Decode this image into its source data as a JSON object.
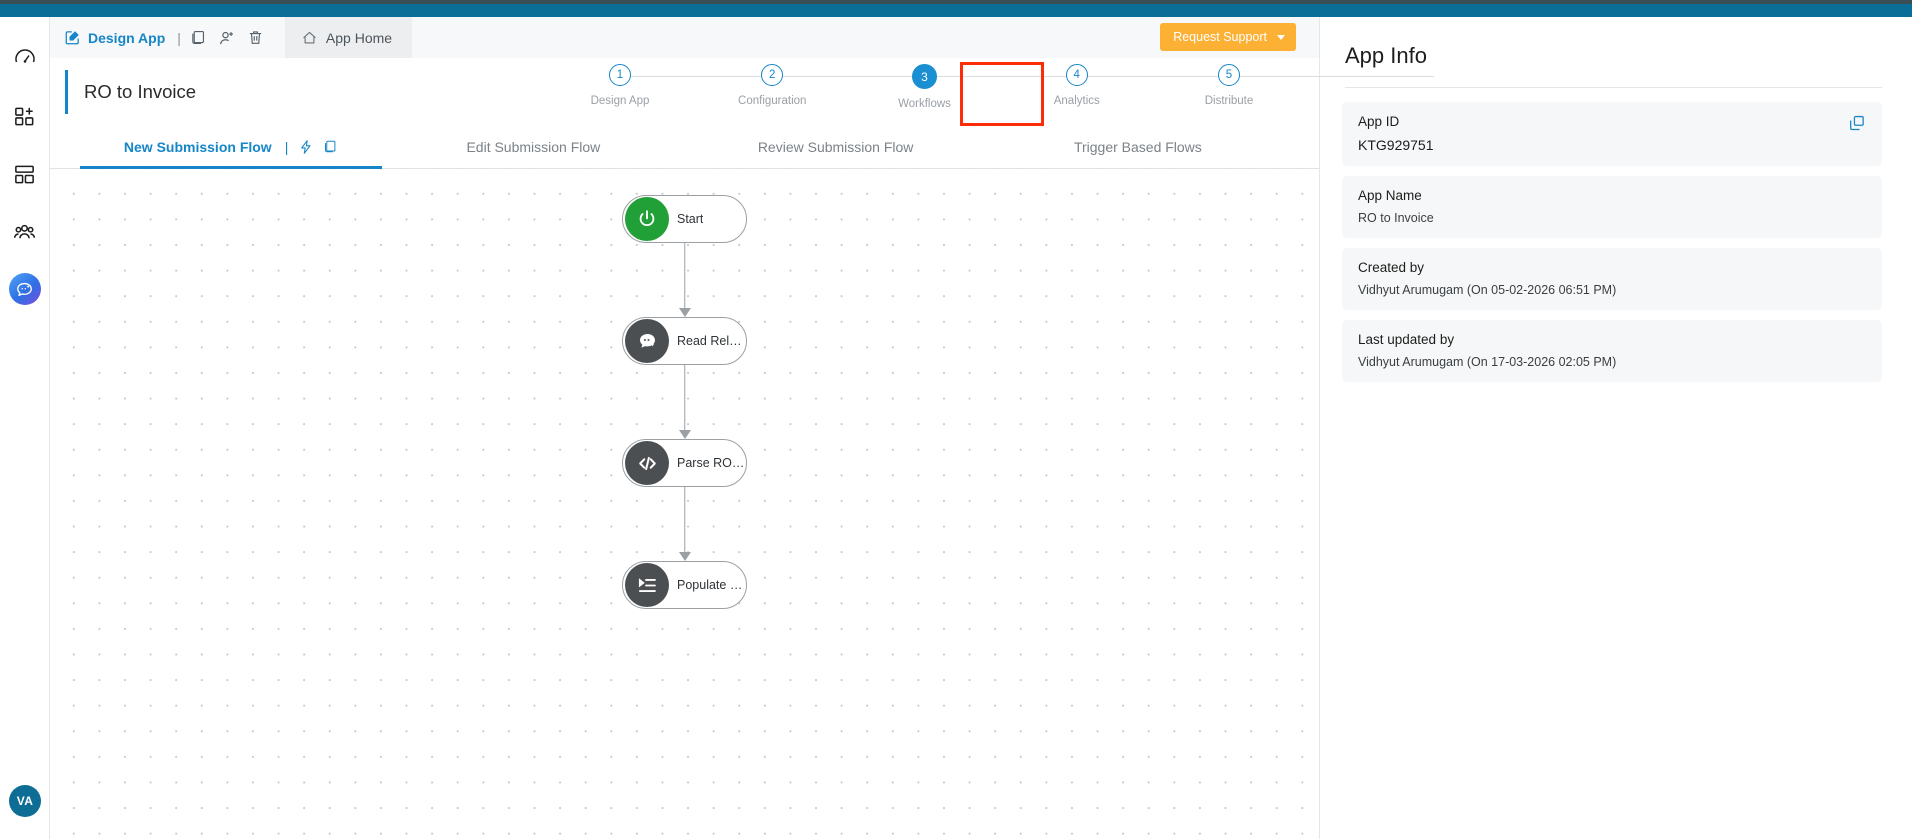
{
  "topbar": {
    "strip_color": "#0a6e96",
    "strip_dark_color": "#3b4e55"
  },
  "rail": {
    "items": [
      {
        "icon": "gauge-icon",
        "name": "dashboard"
      },
      {
        "icon": "add-app-icon",
        "name": "create-app"
      },
      {
        "icon": "layout-icon",
        "name": "templates"
      },
      {
        "icon": "users-icon",
        "name": "teams"
      },
      {
        "icon": "ai-assistant-icon",
        "name": "ai-assistant",
        "active": true
      }
    ],
    "avatar_initials": "VA"
  },
  "toolbar": {
    "design_app_label": "Design App",
    "separator": "|",
    "icons": [
      {
        "name": "duplicate-icon",
        "label": "Duplicate"
      },
      {
        "name": "add-user-icon",
        "label": "Share"
      },
      {
        "name": "trash-icon",
        "label": "Delete"
      }
    ],
    "app_home_label": "App Home",
    "support_label": "Request Support",
    "support_color": "#fcb034"
  },
  "header": {
    "app_title": "RO to Invoice",
    "accent_color": "#1686c7"
  },
  "stepper": {
    "current_step": 3,
    "highlight_color": "#fb2c06",
    "steps": [
      {
        "number": "1",
        "label": "Design App"
      },
      {
        "number": "2",
        "label": "Configuration"
      },
      {
        "number": "3",
        "label": "Workflows"
      },
      {
        "number": "4",
        "label": "Analytics"
      },
      {
        "number": "5",
        "label": "Distribute"
      }
    ]
  },
  "tabs": {
    "active_index": 0,
    "items": [
      {
        "label": "New Submission Flow",
        "active": true,
        "extra_icons": [
          {
            "name": "lightning-bolt-icon"
          },
          {
            "name": "copy-icon"
          }
        ]
      },
      {
        "label": "Edit Submission Flow",
        "active": false
      },
      {
        "label": "Review Submission Flow",
        "active": false
      },
      {
        "label": "Trigger Based Flows",
        "active": false
      }
    ]
  },
  "flow": {
    "nodes": [
      {
        "label": "Start",
        "icon": "power-icon",
        "color": "green"
      },
      {
        "label": "Read Rel…",
        "icon": "ai-bot-icon",
        "color": "dark"
      },
      {
        "label": "Parse RO…",
        "icon": "code-icon",
        "color": "dark"
      },
      {
        "label": "Populate …",
        "icon": "indent-list-icon",
        "color": "dark"
      }
    ]
  },
  "app_info": {
    "title": "App Info",
    "cards": [
      {
        "label": "App ID",
        "value": "KTG929751",
        "copyable": true,
        "big": true
      },
      {
        "label": "App Name",
        "value": "RO to Invoice",
        "copyable": false,
        "big": false
      },
      {
        "label": "Created by",
        "value": "Vidhyut Arumugam (On 05-02-2026 06:51 PM)",
        "copyable": false,
        "big": false
      },
      {
        "label": "Last updated by",
        "value": "Vidhyut Arumugam (On 17-03-2026 02:05 PM)",
        "copyable": false,
        "big": false
      }
    ]
  }
}
